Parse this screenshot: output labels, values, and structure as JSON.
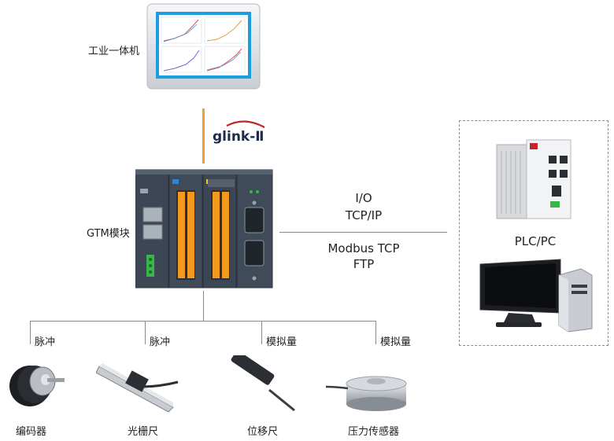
{
  "nodes": {
    "panel_pc": "工业一体机",
    "gtm": "GTM模块",
    "plc_pc": "PLC/PC"
  },
  "bus": {
    "logo": "glink-Ⅱ",
    "color": "#f0a030"
  },
  "protocols": {
    "line1": "I/O",
    "line2": "TCP/IP",
    "line3": "Modbus TCP",
    "line4": "FTP"
  },
  "signals": [
    "脉冲",
    "脉冲",
    "模拟量",
    "模拟量"
  ],
  "sensors": [
    "编码器",
    "光栅尺",
    "位移尺",
    "压力传感器"
  ],
  "colors": {
    "screen": "#1a9ee0",
    "terminal": "#f39a1e",
    "module_body": "#3c4654",
    "connector_green": "#39b54a"
  }
}
